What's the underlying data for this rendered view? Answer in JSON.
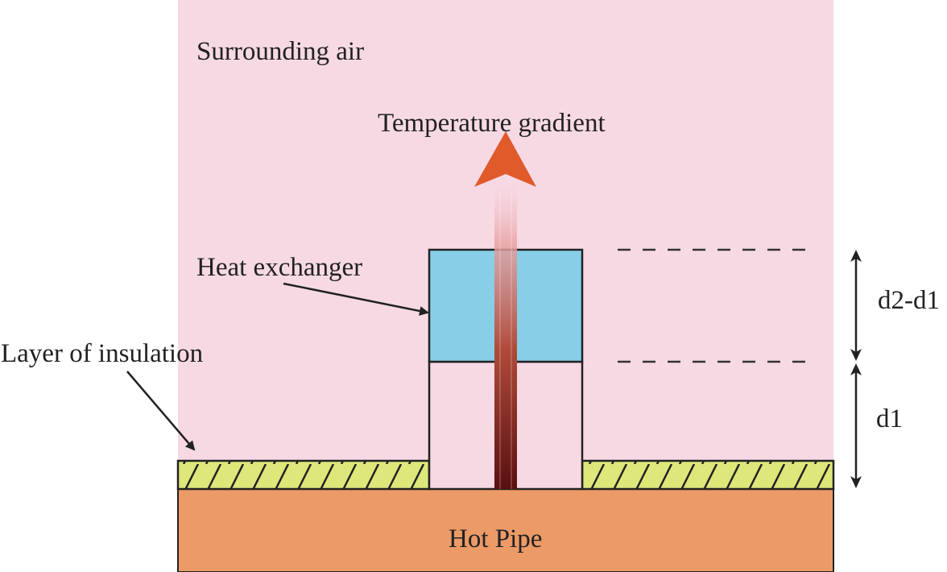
{
  "labels": {
    "surrounding_air": "Surrounding air",
    "temperature_gradient": "Temperature gradient",
    "heat_exchanger": "Heat exchanger",
    "layer_of_insulation": "Layer of insulation",
    "hot_pipe": "Hot Pipe",
    "d2_minus_d1": "d2-d1",
    "d1": "d1"
  },
  "colors": {
    "air": "#f7d9e4",
    "heat_exchanger": "#87cfe6",
    "insulation": "#dde77a",
    "hot_pipe": "#ec9a68",
    "arrow_head": "#e05a2a",
    "gradient_dark": "#5a1010",
    "outline": "#222222"
  }
}
